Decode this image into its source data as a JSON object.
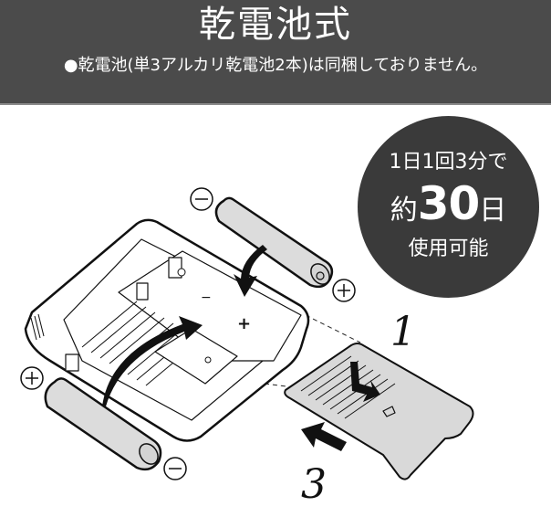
{
  "header": {
    "title": "乾電池式",
    "note": "●乾電池(単3アルカリ乾電池2本)は同梱しておりません。"
  },
  "badge": {
    "line1": "1日1回3分で",
    "line2_prefix": "約",
    "line2_number": "30",
    "line2_suffix": "日",
    "line3": "使用可能"
  },
  "illustration": {
    "steps": [
      "1",
      "3"
    ],
    "polarity_labels": {
      "top_battery": {
        "left": "−",
        "right": "+"
      },
      "bottom_battery": {
        "left": "+",
        "right": "−"
      },
      "compartment": {
        "minus": "−",
        "plus": "+"
      }
    },
    "colors": {
      "battery_fill": "#dcdcdc",
      "cover_fill": "#d9d9d9",
      "line": "#111111",
      "header_bg": "#4b4b4b",
      "badge_bg": "#3a3a3a"
    }
  }
}
